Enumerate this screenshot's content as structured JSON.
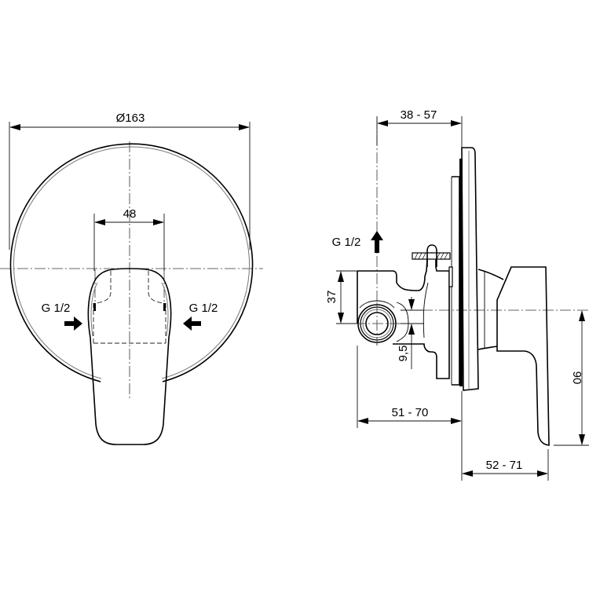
{
  "drawing": {
    "views": {
      "front": {
        "label": "front-view",
        "dimensions": {
          "plate_diameter": "Ø163",
          "inlet_spacing": "48"
        },
        "connections": {
          "left_inlet": "G 1/2",
          "right_inlet": "G 1/2"
        }
      },
      "side": {
        "label": "side-view",
        "dimensions": {
          "wall_depth_range": "38 - 57",
          "outlet_height": "37",
          "offset": "9,5",
          "body_depth_range": "51 - 70",
          "handle_height": "90",
          "handle_projection_range": "52 - 71"
        },
        "connections": {
          "outlet": "G 1/2"
        }
      }
    },
    "colors": {
      "line": "#000000",
      "background": "#ffffff"
    }
  }
}
